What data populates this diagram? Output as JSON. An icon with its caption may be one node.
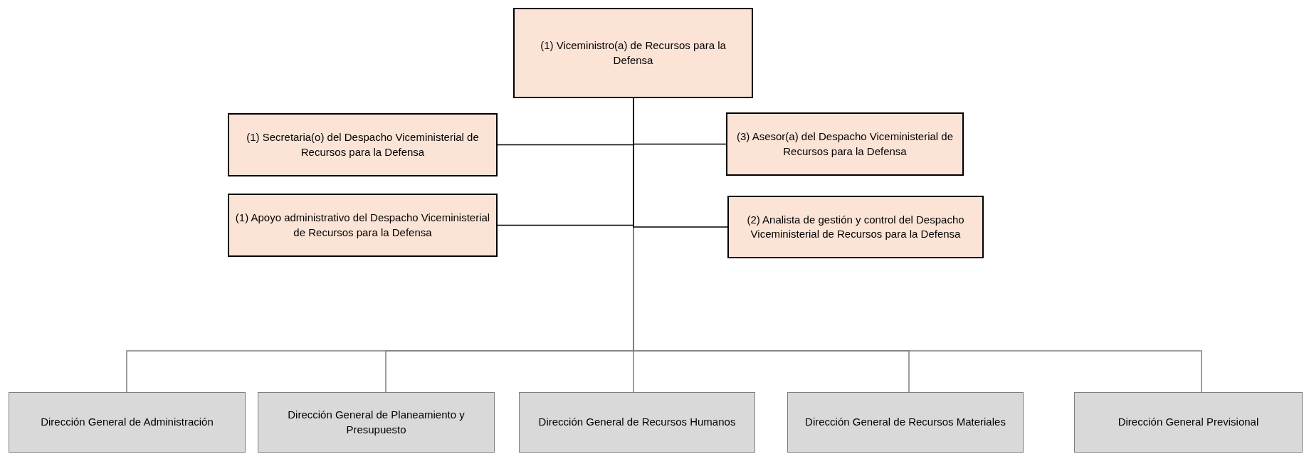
{
  "diagram": {
    "nodes": [
      {
        "text": [
          "(1) Viceministro(a) de Recursos para la Defensa"
        ]
      },
      {
        "text": [
          "(1) Secretaria(o) del Despacho Viceministerial de Recursos para la Defensa"
        ]
      },
      {
        "text": [
          "(3) Asesor(a) del Despacho Viceministerial de Recursos para la Defensa"
        ]
      },
      {
        "text": [
          "(1) Apoyo administrativo del Despacho Viceministerial de Recursos para la Defensa"
        ]
      },
      {
        "text": [
          "(2) Analista de gestión y control del Despacho Viceministerial de Recursos para la Defensa"
        ]
      },
      {
        "text": [
          "Dirección General de Administración"
        ]
      },
      {
        "text": [
          "Dirección General de Planeamiento y Presupuesto"
        ]
      },
      {
        "text": [
          "Dirección General de Recursos Humanos"
        ]
      },
      {
        "text": [
          "Dirección General de Recursos Materiales"
        ]
      },
      {
        "text": [
          "Dirección General Previsional"
        ]
      }
    ],
    "edges": [
      {
        "from": 0,
        "to": 1,
        "arrow": "none",
        "color": "#000000"
      },
      {
        "from": 0,
        "to": 2,
        "arrow": "none",
        "color": "#000000"
      },
      {
        "from": 0,
        "to": 3,
        "arrow": "none",
        "color": "#000000"
      },
      {
        "from": 0,
        "to": 4,
        "arrow": "none",
        "color": "#000000"
      },
      {
        "from": 0,
        "to": 5,
        "arrow": "none"
      },
      {
        "from": 0,
        "to": 6,
        "arrow": "none"
      },
      {
        "from": 0,
        "to": 7,
        "arrow": "none"
      },
      {
        "from": 0,
        "to": 8,
        "arrow": "none"
      },
      {
        "from": 0,
        "to": 9,
        "arrow": "none"
      }
    ]
  }
}
